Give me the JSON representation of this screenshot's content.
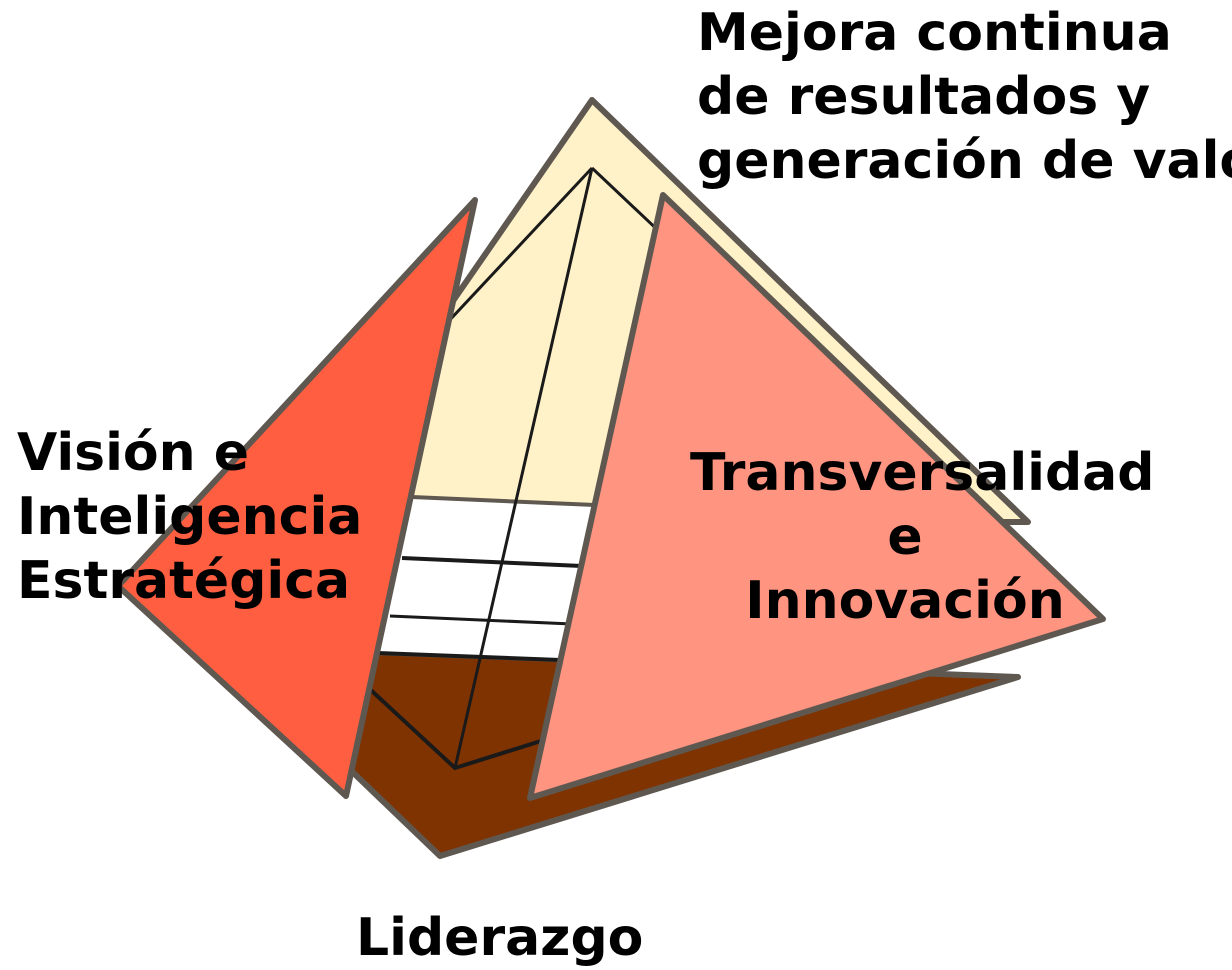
{
  "labels": {
    "top": [
      "Mejora continua",
      "de resultados y",
      "generación de valor"
    ],
    "left": [
      "Visión e",
      "Inteligencia",
      "Estratégica"
    ],
    "right": [
      "Transversalidad",
      "e",
      "Innovación"
    ],
    "bottom": [
      "Liderazgo"
    ]
  },
  "colors": {
    "back_face": "#FFF2C8",
    "base_face": "#7F3300",
    "left_face": "#FF5F40",
    "right_face": "#FF9580",
    "window": "#FFFFFF",
    "outline": "#5F5851",
    "inner_lines": "#1A1A1A"
  }
}
